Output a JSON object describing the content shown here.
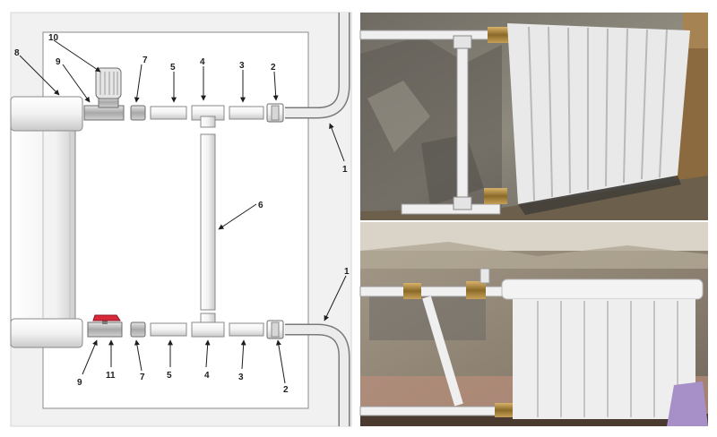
{
  "diagram": {
    "callouts": {
      "c1_top": "1",
      "c1_bottom": "1",
      "c2_top": "2",
      "c2_bottom": "2",
      "c3_top": "3",
      "c3_bottom": "3",
      "c4_top": "4",
      "c4_bottom": "4",
      "c5_top": "5",
      "c5_bottom": "5",
      "c6": "6",
      "c7_top": "7",
      "c7_bottom": "7",
      "c8": "8",
      "c9_top": "9",
      "c9_bottom": "9",
      "c10": "10",
      "c11": "11"
    }
  },
  "colors": {
    "pipe_white": "#f4f4f4",
    "pipe_outline": "#7a7a7a",
    "valve_red": "#d8283a",
    "fitting_gray": "#9a9a9a",
    "wall_gray": "#8a8478",
    "background_panel": "#f1f1f1"
  }
}
